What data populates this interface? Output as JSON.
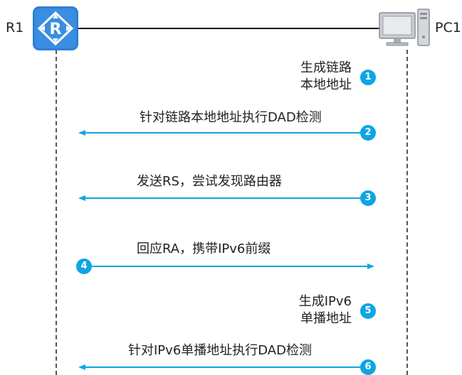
{
  "nodes": {
    "router": {
      "label": "R1",
      "icon": "router-icon"
    },
    "pc": {
      "label": "PC1",
      "icon": "pc-icon"
    }
  },
  "steps": [
    {
      "number": "1",
      "text_lines": [
        "生成链路",
        "本地地址"
      ],
      "direction": "none"
    },
    {
      "number": "2",
      "text": "针对链路本地地址执行DAD检测",
      "direction": "to-router"
    },
    {
      "number": "3",
      "text": "发送RS，尝试发现路由器",
      "direction": "to-router"
    },
    {
      "number": "4",
      "text": "回应RA，携带IPv6前缀",
      "direction": "to-pc"
    },
    {
      "number": "5",
      "text_lines": [
        "生成IPv6",
        "单播地址"
      ],
      "direction": "none"
    },
    {
      "number": "6",
      "text": "针对IPv6单播地址执行DAD检测",
      "direction": "to-router"
    }
  ],
  "colors": {
    "accent": "#0ea5e4",
    "router_bg": "#2d7fd3"
  }
}
